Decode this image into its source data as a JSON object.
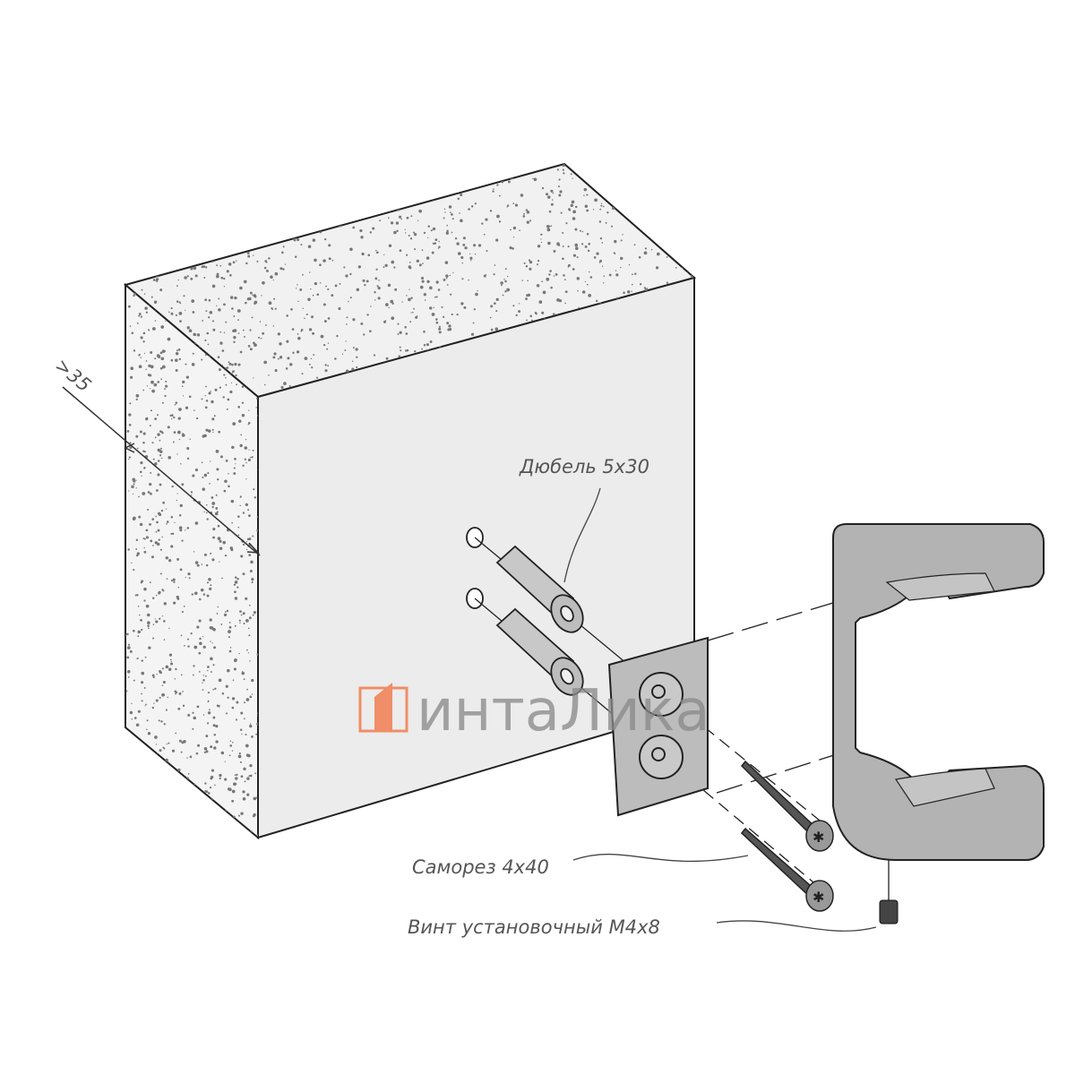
{
  "labels": {
    "depth": ">35",
    "dowel": "Дюбель 5x30",
    "screw": "Саморез 4x40",
    "set_screw": "Винт установочный M4x8"
  },
  "watermark": {
    "text": "интаЛика",
    "accent": "#f0845a"
  },
  "colors": {
    "block_face": "#eeeeee",
    "speckle": "#777777",
    "metal": "#bdbdbd",
    "line": "#222222"
  }
}
